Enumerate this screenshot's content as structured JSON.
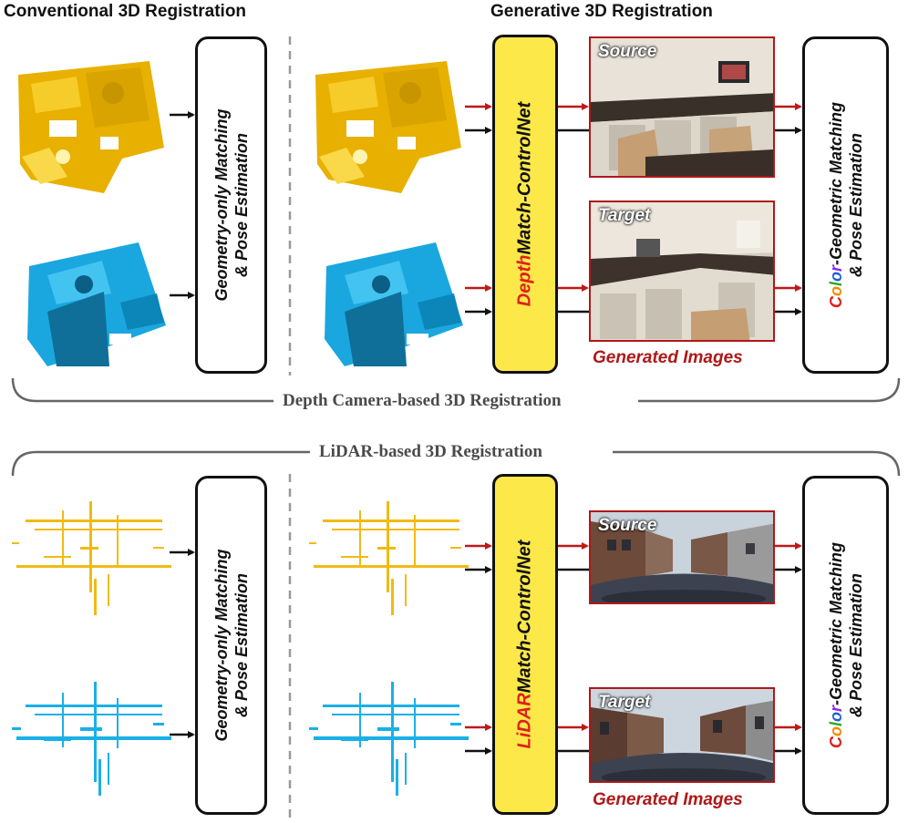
{
  "headers": {
    "conventional": "Conventional 3D Registration",
    "generative": "Generative 3D Registration"
  },
  "depth": {
    "section_label": "Depth Camera-based 3D Registration",
    "geometry_box": [
      "Geometry-only Matching",
      "& Pose Estimation"
    ],
    "controlnet_prefix": "Depth",
    "controlnet_suffix": "Match-ControlNet",
    "source_tag": "Source",
    "target_tag": "Target",
    "generated_label": "Generated Images",
    "color_box_prefix": [
      "C",
      "o",
      "l",
      "o",
      "r"
    ],
    "color_box_rest": "-Geometric Matching",
    "color_box_line2": "& Pose Estimation"
  },
  "lidar": {
    "section_label": "LiDAR-based 3D Registration",
    "geometry_box": [
      "Geometry-only Matching",
      "& Pose Estimation"
    ],
    "controlnet_prefix": "LiDAR",
    "controlnet_suffix": "Match-ControlNet",
    "source_tag": "Source",
    "target_tag": "Target",
    "generated_label": "Generated Images",
    "color_box_prefix": [
      "C",
      "o",
      "l",
      "o",
      "r"
    ],
    "color_box_rest": "-Geometric Matching",
    "color_box_line2": "& Pose Estimation"
  },
  "colors": {
    "yellow_cloud": "#f0bb12",
    "blue_cloud": "#1ab0e6",
    "controlnet_fill": "#fde84a",
    "red_accent": "#c01818",
    "color_letters": [
      "#e0201a",
      "#f08c00",
      "#2ba82b",
      "#1f5fd8",
      "#8a2be2"
    ]
  }
}
